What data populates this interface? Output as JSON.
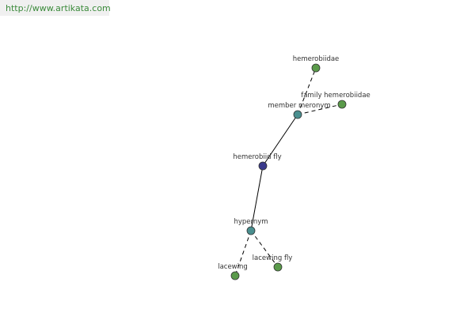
{
  "site": {
    "url": "http://www.artikata.com"
  },
  "colors": {
    "leaf": "#5a9a4a",
    "relation": "#4a8f8f",
    "center": "#3a3a8c",
    "edge": "#000000"
  },
  "graph": {
    "nodes": [
      {
        "id": "hemerobiidae",
        "label": "hemerobiidae",
        "kind": "leaf"
      },
      {
        "id": "family-hemerobiidae",
        "label": "family hemerobiidae",
        "kind": "leaf"
      },
      {
        "id": "member-meronym",
        "label": "member meronym",
        "kind": "relation"
      },
      {
        "id": "hemerobiid-fly",
        "label": "hemerobiid fly",
        "kind": "center"
      },
      {
        "id": "hypernym",
        "label": "hypernym",
        "kind": "relation"
      },
      {
        "id": "lacewing",
        "label": "lacewing",
        "kind": "leaf"
      },
      {
        "id": "lacewing-fly",
        "label": "lacewing fly",
        "kind": "leaf"
      }
    ],
    "edges": [
      {
        "from": "hemerobiid-fly",
        "to": "member-meronym",
        "style": "solid"
      },
      {
        "from": "member-meronym",
        "to": "hemerobiidae",
        "style": "dashed"
      },
      {
        "from": "member-meronym",
        "to": "family-hemerobiidae",
        "style": "dashed"
      },
      {
        "from": "hemerobiid-fly",
        "to": "hypernym",
        "style": "solid"
      },
      {
        "from": "hypernym",
        "to": "lacewing",
        "style": "dashed"
      },
      {
        "from": "hypernym",
        "to": "lacewing-fly",
        "style": "dashed"
      }
    ]
  }
}
